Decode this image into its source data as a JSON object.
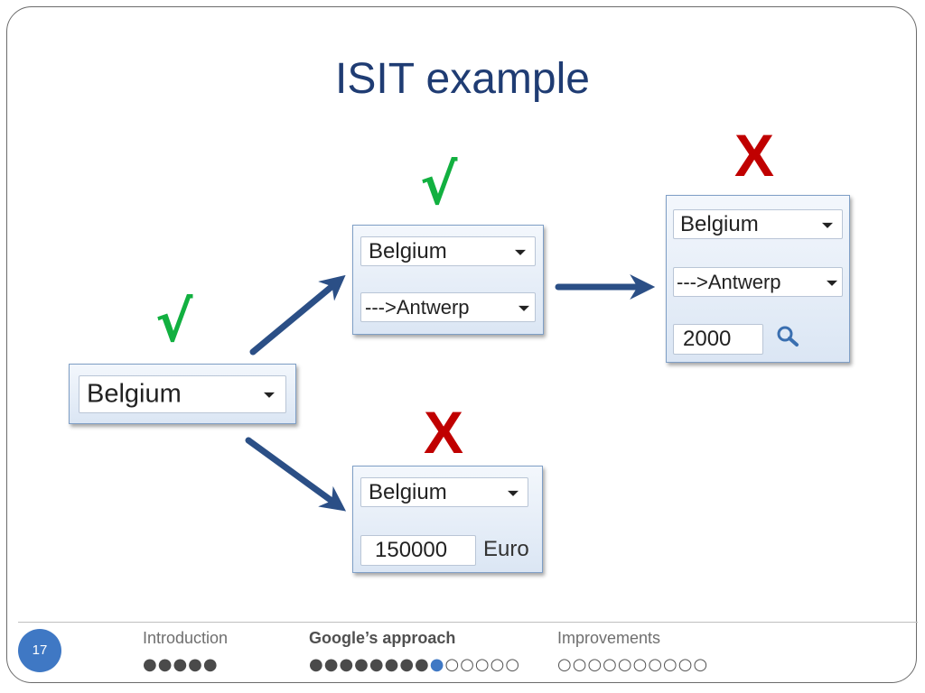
{
  "slide": {
    "title": "ISIT example",
    "page_number": "17"
  },
  "marks": {
    "check": "√",
    "cross": "X"
  },
  "panels": {
    "start": {
      "country": "Belgium"
    },
    "upper": {
      "country": "Belgium",
      "city": "--->Antwerp"
    },
    "right": {
      "country": "Belgium",
      "city": "--->Antwerp",
      "postal_code": "2000"
    },
    "lower": {
      "country": "Belgium",
      "amount": "150000",
      "currency": "Euro"
    }
  },
  "footer": {
    "sections": [
      {
        "label": "Introduction",
        "active": false,
        "dots_done": 5,
        "dots_current": 0,
        "dots_todo": 0
      },
      {
        "label": "Google’s approach",
        "active": true,
        "dots_done": 8,
        "dots_current": 1,
        "dots_todo": 5
      },
      {
        "label": "Improvements",
        "active": false,
        "dots_done": 0,
        "dots_current": 0,
        "dots_todo": 10
      }
    ]
  },
  "icons": {
    "search": "search-icon",
    "dropdown": "chevron-down-icon"
  },
  "colors": {
    "title": "#1f3c73",
    "check": "#12b040",
    "cross": "#c00000",
    "arrow": "#2b4f86",
    "badge": "#3f78c4"
  }
}
